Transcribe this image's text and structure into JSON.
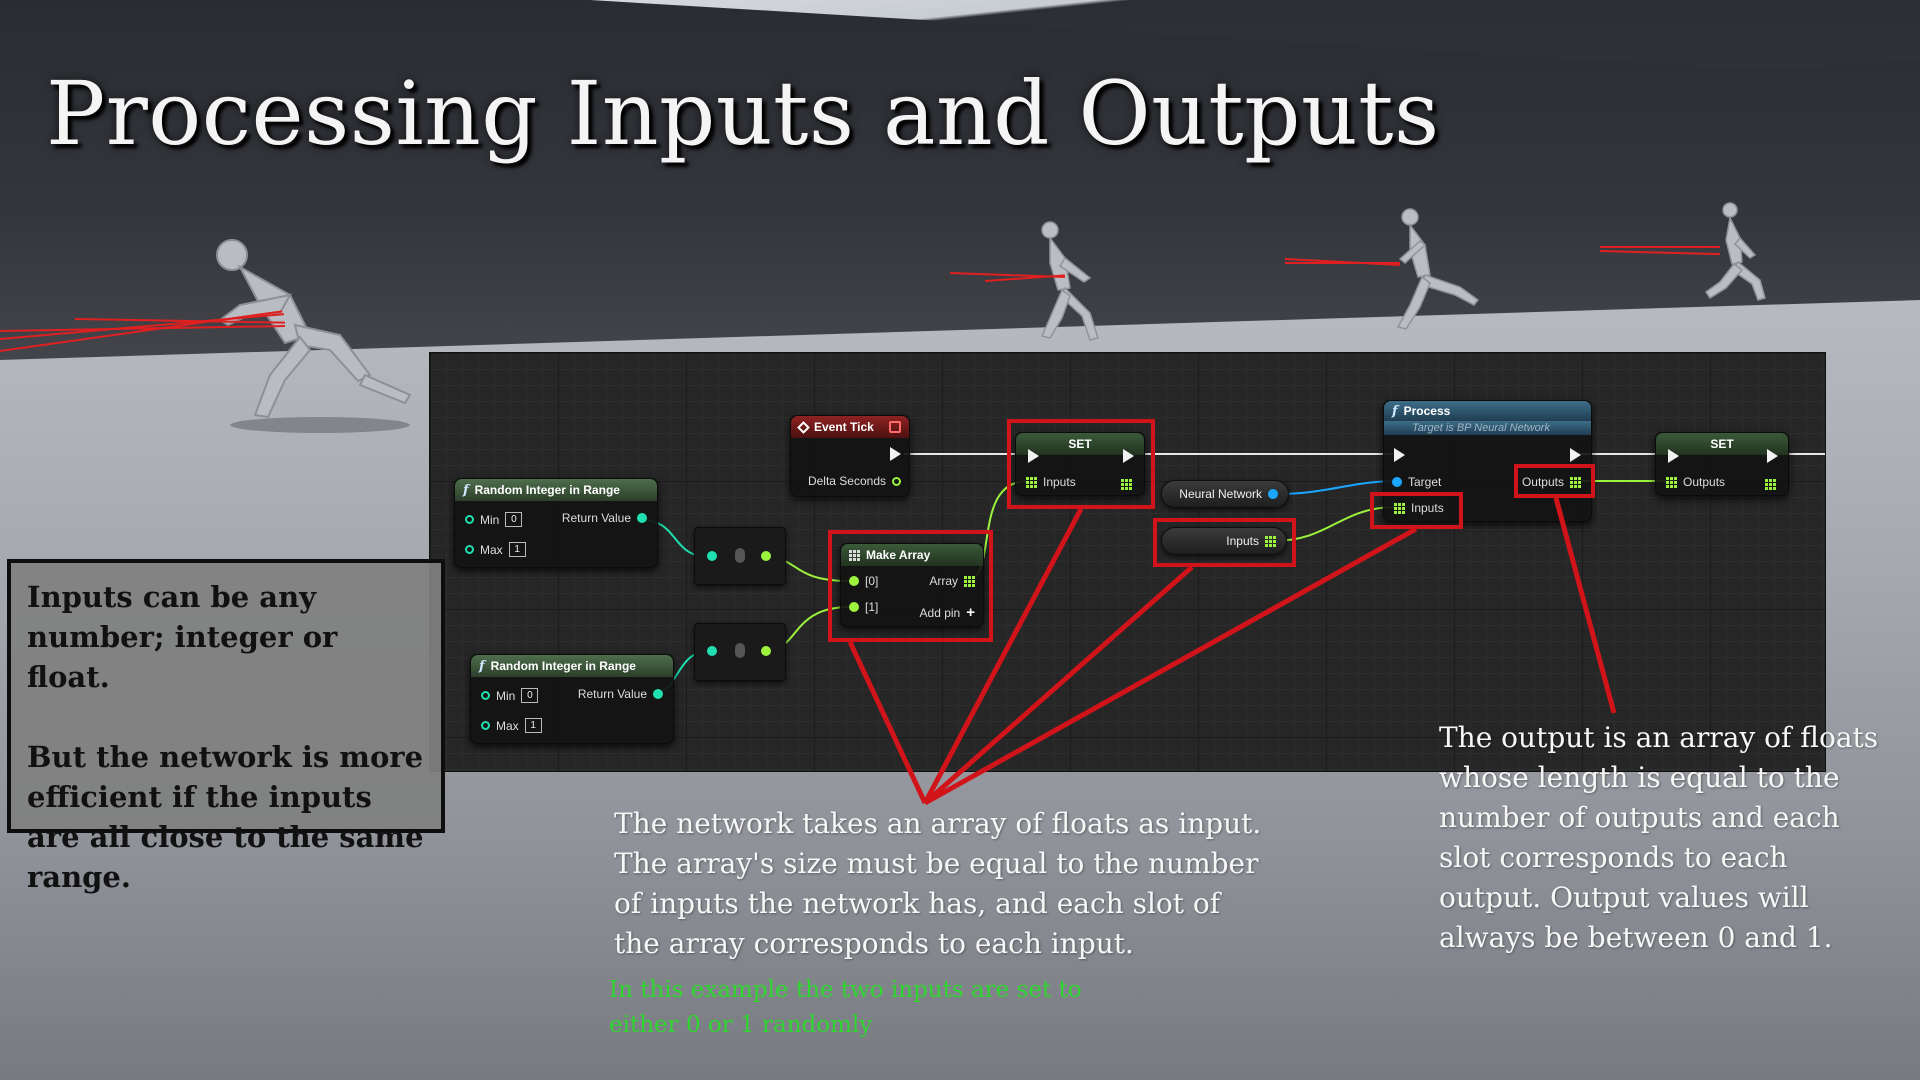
{
  "slide": {
    "title": "Processing Inputs and Outputs",
    "left_box": {
      "line1": "Inputs can be any number; integer or float.",
      "line2": "But the network is more efficient if the inputs are all close to the same range."
    },
    "caption_center": "The network takes an array of floats as input. The array's size must be equal to the number of inputs the network has, and each slot of the array corresponds to each input.",
    "caption_green": "In this example the two inputs are set to either 0 or 1 randomly",
    "caption_right": "The output is an array of floats whose length is equal to the number of outputs and each slot corresponds to each output. Output values will always be between 0 and 1."
  },
  "graph": {
    "random_int_1": {
      "title": "Random Integer in Range",
      "min_label": "Min",
      "min_value": "0",
      "max_label": "Max",
      "max_value": "1",
      "return_label": "Return Value"
    },
    "random_int_2": {
      "title": "Random Integer in Range",
      "min_label": "Min",
      "min_value": "0",
      "max_label": "Max",
      "max_value": "1",
      "return_label": "Return Value"
    },
    "event_tick": {
      "title": "Event Tick",
      "delta_label": "Delta Seconds"
    },
    "make_array": {
      "title": "Make Array",
      "pin0": "[0]",
      "pin1": "[1]",
      "array_label": "Array",
      "add_pin_label": "Add pin"
    },
    "set_inputs": {
      "title": "SET",
      "var_label": "Inputs"
    },
    "neural_network_var": {
      "label": "Neural Network"
    },
    "inputs_var": {
      "label": "Inputs"
    },
    "process": {
      "title": "Process",
      "subtitle": "Target is BP Neural Network",
      "target_label": "Target",
      "inputs_label": "Inputs",
      "outputs_label": "Outputs"
    },
    "set_outputs": {
      "title": "SET",
      "var_label": "Outputs"
    }
  },
  "colors": {
    "highlight": "#d0141a",
    "float_pin": "#9cf23c",
    "int_pin": "#1fe0b0",
    "object_pin": "#1aa7ff",
    "green_caption": "#2fd62f"
  }
}
